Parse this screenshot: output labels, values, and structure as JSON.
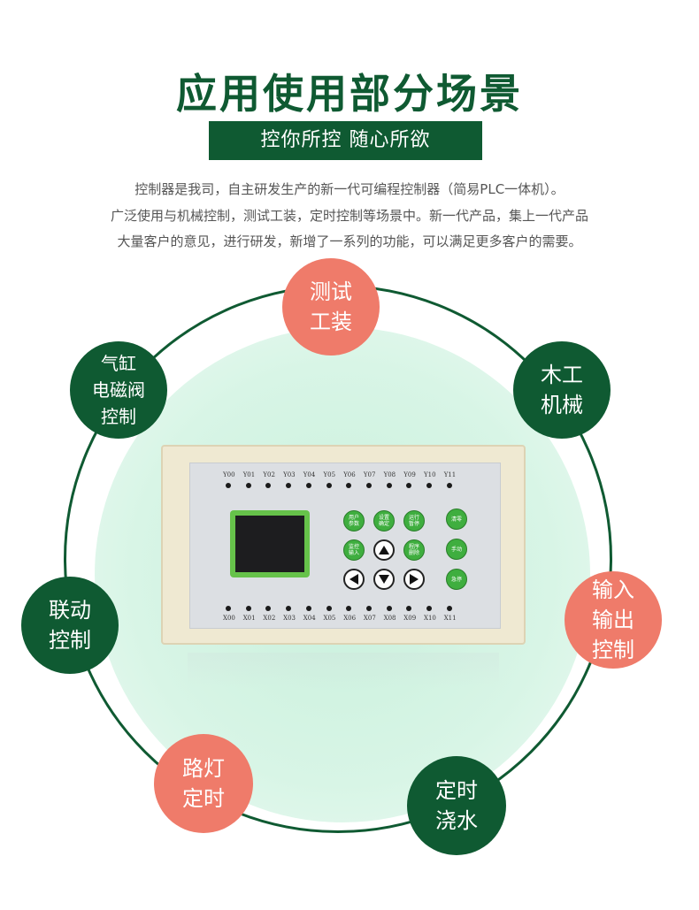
{
  "title": "应用使用部分场景",
  "banner": "控你所控 随心所欲",
  "description": [
    "控制器是我司，自主研发生产的新一代可编程控制器（简易PLC一体机）。",
    "广泛使用与机械控制，测试工装，定时控制等场景中。新一代产品，集上一代产品",
    "大量客户的意见，进行研发，新增了一系列的功能，可以满足更多客户的需要。"
  ],
  "scenarios": [
    {
      "label": "测试\n工装",
      "color": "#ef7b6a"
    },
    {
      "label": "木工\n机械",
      "color": "#0f5a32"
    },
    {
      "label": "输入\n输出\n控制",
      "color": "#ef7b6a"
    },
    {
      "label": "定时\n浇水",
      "color": "#0f5a32"
    },
    {
      "label": "路灯\n定时",
      "color": "#ef7b6a"
    },
    {
      "label": "联动\n控制",
      "color": "#0f5a32"
    },
    {
      "label": "气缸\n电磁阀\n控制",
      "color": "#0f5a32"
    }
  ],
  "device": {
    "outputs": [
      "Y00",
      "Y01",
      "Y02",
      "Y03",
      "Y04",
      "Y05",
      "Y06",
      "Y07",
      "Y08",
      "Y09",
      "Y10",
      "Y11"
    ],
    "inputs": [
      "X00",
      "X01",
      "X02",
      "X03",
      "X04",
      "X05",
      "X06",
      "X07",
      "X08",
      "X09",
      "X10",
      "X11"
    ],
    "buttons": {
      "user_params": "用户\n参数",
      "setting_confirm": "设置\n确定",
      "run_pause": "运行\n暂停",
      "clear": "清零",
      "monitor_input": "监控\n输入",
      "program_delete": "程序\n删除",
      "manual": "手动",
      "emergency_stop": "急停"
    }
  }
}
